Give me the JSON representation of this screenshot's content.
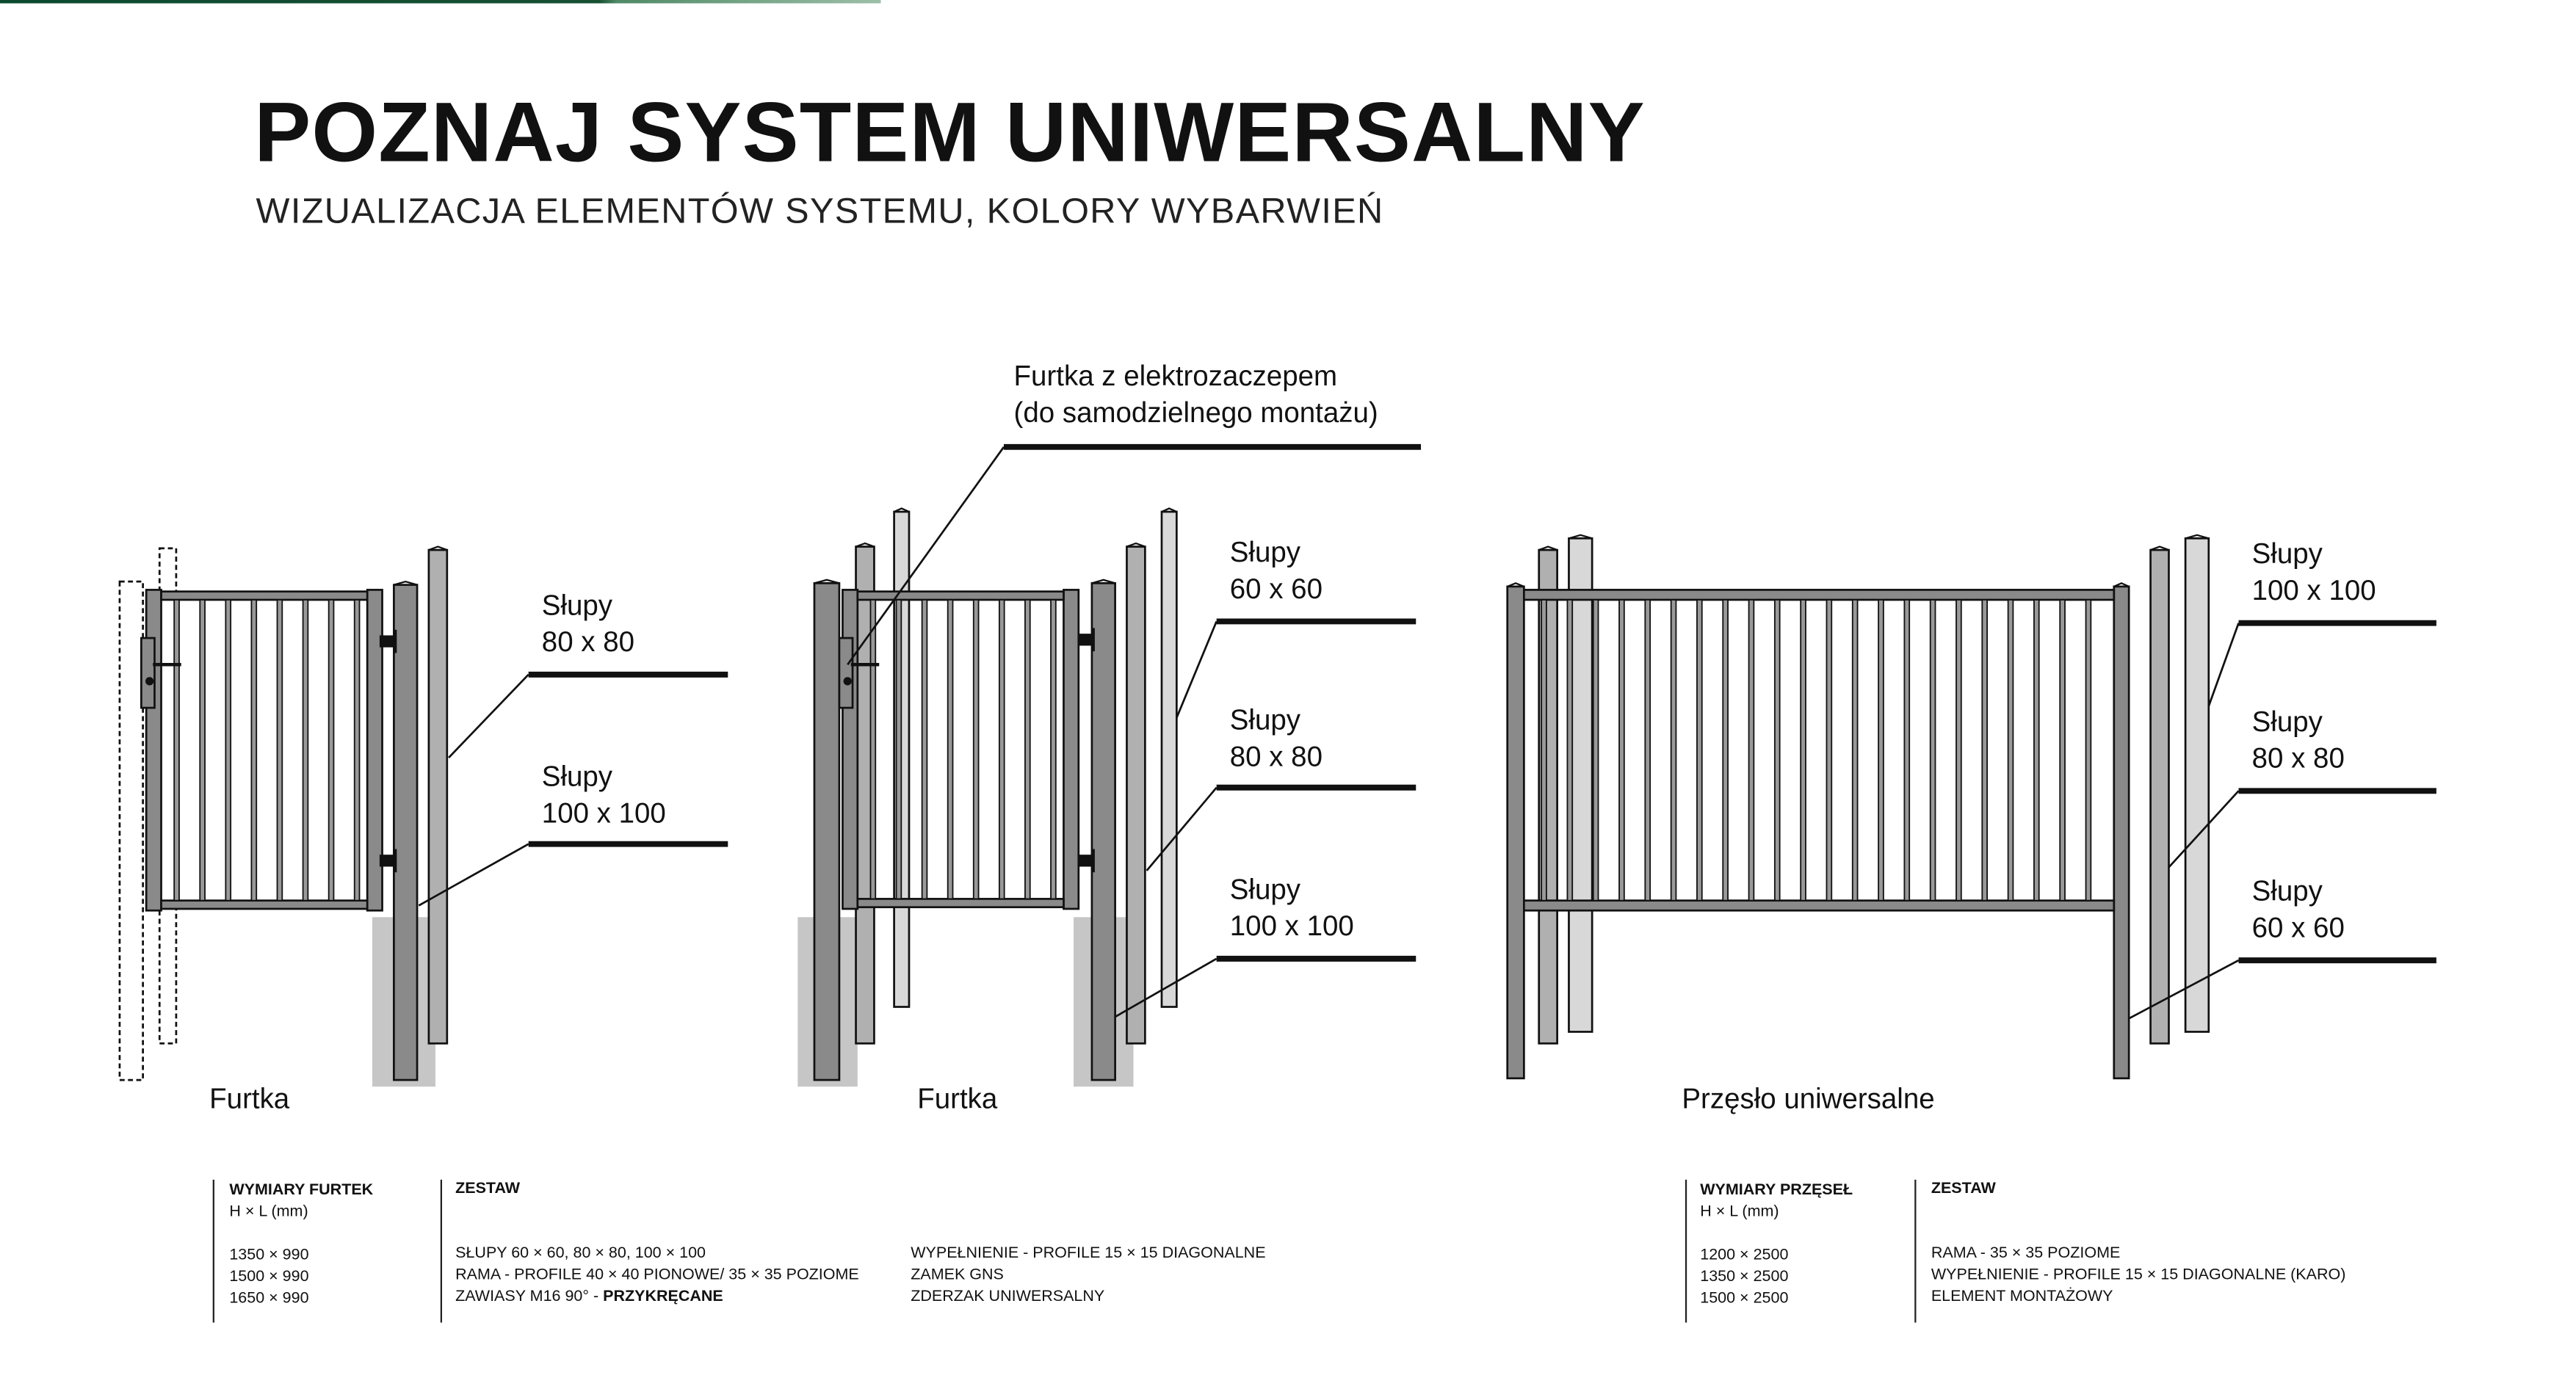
{
  "header": {
    "title": "POZNAJ SYSTEM UNIWERSALNY",
    "subtitle": "WIZUALIZACJA ELEMENTÓW SYSTEMU, KOLORY WYBARWIEŃ"
  },
  "colors": {
    "accent": "#0b4a30",
    "post_dark": "#8a8a8a",
    "post_mid": "#b0b0b0",
    "post_light": "#d8d8d8",
    "concrete": "#c6c6c6"
  },
  "gate1": {
    "caption": "Furtka",
    "labels": [
      {
        "l1": "Słupy",
        "l2": "80 x 80"
      },
      {
        "l1": "Słupy",
        "l2": "100 x 100"
      }
    ]
  },
  "gate2": {
    "caption": "Furtka",
    "note_l1": "Furtka z elektrozaczepem",
    "note_l2": "(do samodzielnego montażu)",
    "labels": [
      {
        "l1": "Słupy",
        "l2": "60 x 60"
      },
      {
        "l1": "Słupy",
        "l2": "80 x 80"
      },
      {
        "l1": "Słupy",
        "l2": "100 x 100"
      }
    ]
  },
  "panel": {
    "caption": "Przęsło uniwersalne",
    "labels": [
      {
        "l1": "Słupy",
        "l2": "100 x 100"
      },
      {
        "l1": "Słupy",
        "l2": "80 x 80"
      },
      {
        "l1": "Słupy",
        "l2": "60 x 60"
      }
    ]
  },
  "table_gates": {
    "heading": "WYMIARY FURTEK",
    "unit": "H × L (mm)",
    "sizes": [
      "1350 × 990",
      "1500 × 990",
      "1650 × 990"
    ],
    "set_heading": "ZESTAW",
    "col1": [
      "SŁUPY 60 × 60, 80 × 80, 100 × 100",
      "RAMA - PROFILE 40 × 40 PIONOWE/ 35 × 35 POZIOME",
      "ZAWIASY M16 90° - "
    ],
    "col1_bold": "PRZYKRĘCANE",
    "col2": [
      "WYPEŁNIENIE - PROFILE 15 × 15 DIAGONALNE",
      "ZAMEK GNS",
      "ZDERZAK UNIWERSALNY"
    ]
  },
  "table_panels": {
    "heading": "WYMIARY PRZĘSEŁ",
    "unit": "H × L (mm)",
    "sizes": [
      "1200 × 2500",
      "1350 × 2500",
      "1500 × 2500"
    ],
    "set_heading": "ZESTAW",
    "col1": [
      "RAMA -  35 × 35 POZIOME",
      "WYPEŁNIENIE - PROFILE 15 × 15 DIAGONALNE (KARO)",
      "ELEMENT MONTAŻOWY"
    ]
  }
}
